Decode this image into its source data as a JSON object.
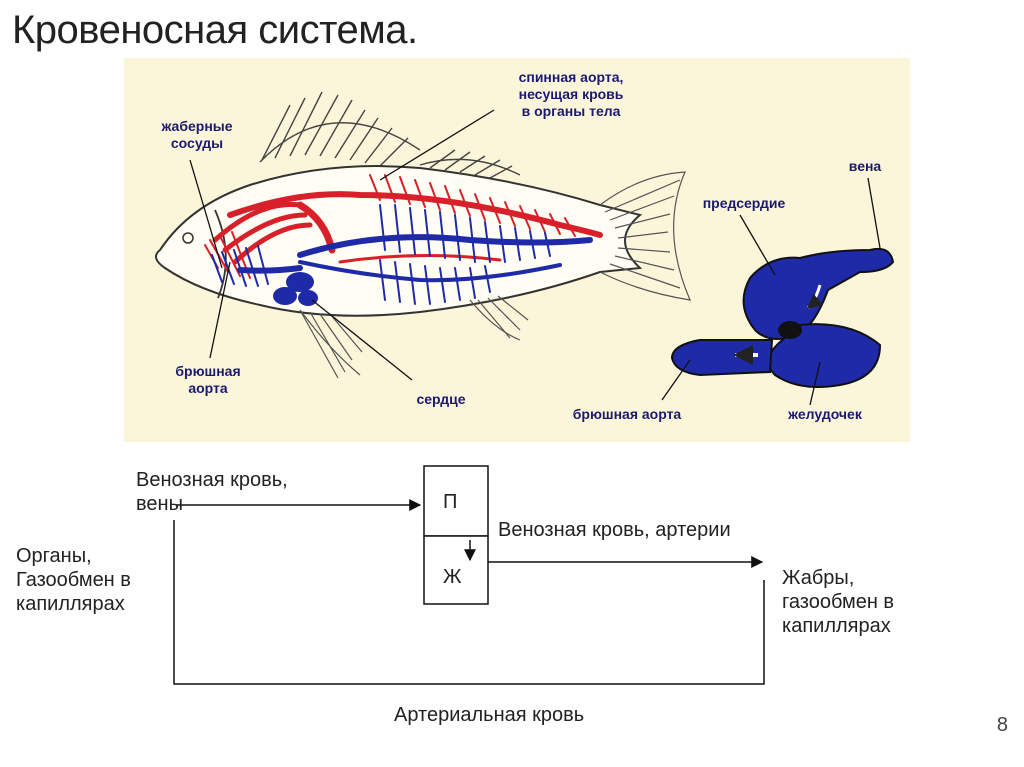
{
  "slide": {
    "title": "Кровеносная система.",
    "page_number": "8"
  },
  "fish_labels": {
    "gill_vessels": "жаберные\nсосуды",
    "dorsal_aorta": "спинная аорта,\nнесущая кровь\nв органы тела",
    "ventral_aorta_fish": "брюшная\nаорта",
    "heart": "сердце"
  },
  "heart_labels": {
    "vein": "вена",
    "atrium": "предсердие",
    "ventral_aorta": "брюшная аорта",
    "ventricle": "желудочек"
  },
  "scheme": {
    "venous_veins": "Венозная кровь,\nвены",
    "atrium_box": "П",
    "ventricle_box": "Ж",
    "venous_arteries": "Венозная кровь, артерии",
    "organs": "Органы,\nГазообмен в\nкапиллярах",
    "gills": "Жабры,\nгазообмен в\nкапиллярах",
    "arterial": "Артериальная кровь"
  },
  "colors": {
    "arterial": "#d8202a",
    "venous": "#1f2aa8",
    "panel": "#fbf5da"
  }
}
